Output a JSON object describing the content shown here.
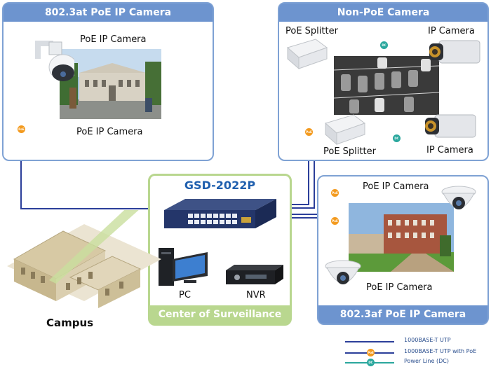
{
  "panels": {
    "at_camera": {
      "title": "802.3at PoE IP Camera",
      "camera_top_label": "PoE IP Camera",
      "camera_bottom_label": "PoE IP Camera"
    },
    "non_poe": {
      "title": "Non-PoE Camera",
      "splitter_top_label": "PoE Splitter",
      "camera_top_label": "IP Camera",
      "splitter_bottom_label": "PoE Splitter",
      "camera_bottom_label": "IP Camera"
    },
    "af_camera": {
      "title": "802.3af PoE IP Camera",
      "camera_top_label": "PoE IP Camera",
      "camera_bottom_label": "PoE IP Camera"
    },
    "surveillance": {
      "switch_model": "GSD-2022P",
      "pc_label": "PC",
      "nvr_label": "NVR",
      "title": "Center of Surveillance"
    }
  },
  "campus_label": "Campus",
  "badges": {
    "poe": "PoE",
    "dc": "DC"
  },
  "legend": [
    {
      "text": "1000BASE-T UTP",
      "color": "#2c3f9a",
      "icon": ""
    },
    {
      "text": "1000BASE-T UTP with PoE",
      "color": "#2c3f9a",
      "icon": "poe-badge"
    },
    {
      "text": "Power Line (DC)",
      "color": "#2aa79d",
      "icon": "dc-badge"
    }
  ],
  "colors": {
    "panel_blue": "#6d94cf",
    "panel_green": "#b9d78f",
    "utp": "#2c3f9a",
    "dc_line": "#2aa79d",
    "poe_badge": "#f39a1e"
  }
}
